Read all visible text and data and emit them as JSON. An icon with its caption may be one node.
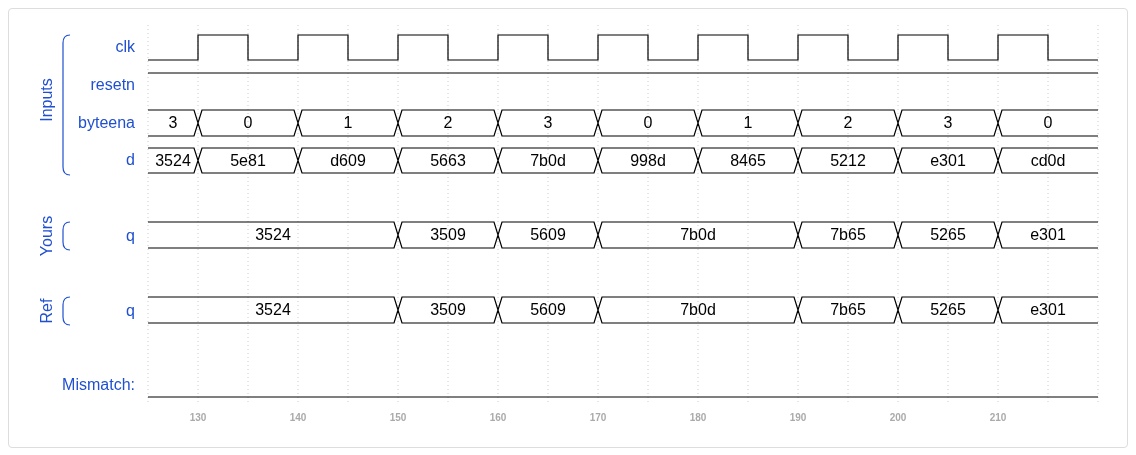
{
  "diagram": {
    "labels": [
      "Inputs",
      "clk",
      "resetn",
      "byteena",
      "3",
      "0",
      "1",
      "2",
      "3",
      "0",
      "1",
      "2",
      "3",
      "0",
      "d",
      "3524",
      "5e81",
      "d609",
      "5663",
      "7b0d",
      "998d",
      "8465",
      "5212",
      "e301",
      "cd0d",
      "Yours",
      "q",
      "3524",
      "3509",
      "5609",
      "7b0d",
      "7b65",
      "5265",
      "e301",
      "Ref",
      "q",
      "3524",
      "3509",
      "5609",
      "7b0d",
      "7b65",
      "5265",
      "e301",
      "Mismatch:",
      "130",
      "140",
      "150",
      "160",
      "170",
      "180",
      "190",
      "200",
      "210"
    ]
  }
}
